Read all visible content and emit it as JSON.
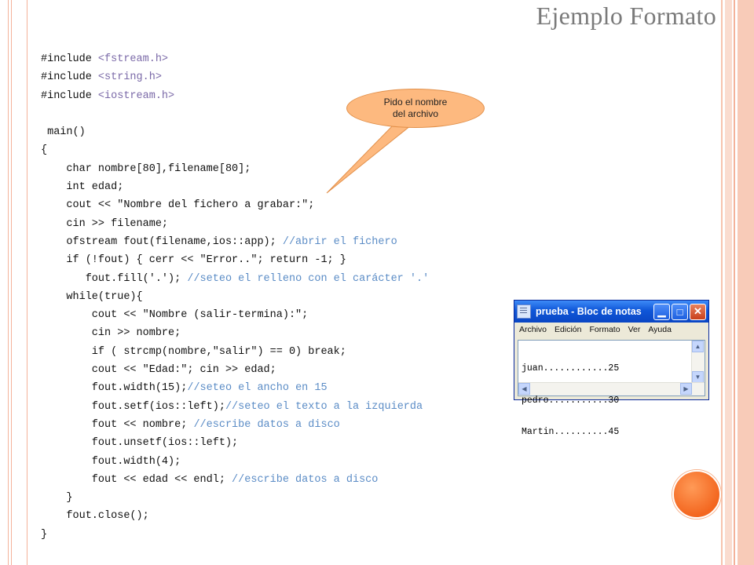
{
  "slide": {
    "title": "Ejemplo Formato",
    "accent_color": "#f4814a",
    "code_comment_color": "#5b8cc6"
  },
  "callout": {
    "text_line1": "Pido el nombre",
    "text_line2": "del archivo"
  },
  "code_lines": [
    {
      "code": "#include ",
      "dir": "<fstream.h>",
      "comment": ""
    },
    {
      "code": "#include ",
      "dir": "<string.h>",
      "comment": ""
    },
    {
      "code": "#include ",
      "dir": "<iostream.h>",
      "comment": ""
    },
    {
      "code": "",
      "dir": "",
      "comment": ""
    },
    {
      "code": " main()",
      "dir": "",
      "comment": ""
    },
    {
      "code": "{",
      "dir": "",
      "comment": ""
    },
    {
      "code": "    char nombre[80],filename[80];",
      "dir": "",
      "comment": ""
    },
    {
      "code": "    int edad;",
      "dir": "",
      "comment": ""
    },
    {
      "code": "    cout << \"Nombre del fichero a grabar:\";",
      "dir": "",
      "comment": ""
    },
    {
      "code": "    cin >> filename;",
      "dir": "",
      "comment": ""
    },
    {
      "code": "    ofstream fout(filename,ios::app); ",
      "dir": "",
      "comment": "//abrir el fichero"
    },
    {
      "code": "    if (!fout) { cerr << \"Error..\"; return -1; }",
      "dir": "",
      "comment": ""
    },
    {
      "code": "       fout.fill('.'); ",
      "dir": "",
      "comment": "//seteo el relleno con el carácter '.'"
    },
    {
      "code": "    while(true){",
      "dir": "",
      "comment": ""
    },
    {
      "code": "        cout << \"Nombre (salir-termina):\";",
      "dir": "",
      "comment": ""
    },
    {
      "code": "        cin >> nombre;",
      "dir": "",
      "comment": ""
    },
    {
      "code": "        if ( strcmp(nombre,\"salir\") == 0) break;",
      "dir": "",
      "comment": ""
    },
    {
      "code": "        cout << \"Edad:\"; cin >> edad;",
      "dir": "",
      "comment": ""
    },
    {
      "code": "        fout.width(15);",
      "dir": "",
      "comment": "//seteo el ancho en 15"
    },
    {
      "code": "        fout.setf(ios::left);",
      "dir": "",
      "comment": "//seteo el texto a la izquierda"
    },
    {
      "code": "        fout << nombre; ",
      "dir": "",
      "comment": "//escribe datos a disco"
    },
    {
      "code": "        fout.unsetf(ios::left);",
      "dir": "",
      "comment": ""
    },
    {
      "code": "        fout.width(4);",
      "dir": "",
      "comment": ""
    },
    {
      "code": "        fout << edad << endl; ",
      "dir": "",
      "comment": "//escribe datos a disco"
    },
    {
      "code": "    }",
      "dir": "",
      "comment": ""
    },
    {
      "code": "    fout.close();",
      "dir": "",
      "comment": ""
    },
    {
      "code": "}",
      "dir": "",
      "comment": ""
    }
  ],
  "notepad": {
    "window_title": "prueba - Bloc de notas",
    "menu": [
      "Archivo",
      "Edición",
      "Formato",
      "Ver",
      "Ayuda"
    ],
    "lines": [
      "juan............25",
      "pedro...........30",
      "Martin..........45"
    ],
    "icons": {
      "app": "notepad-icon",
      "minimize": "minimize-icon",
      "maximize": "maximize-icon",
      "close": "close-icon"
    }
  }
}
